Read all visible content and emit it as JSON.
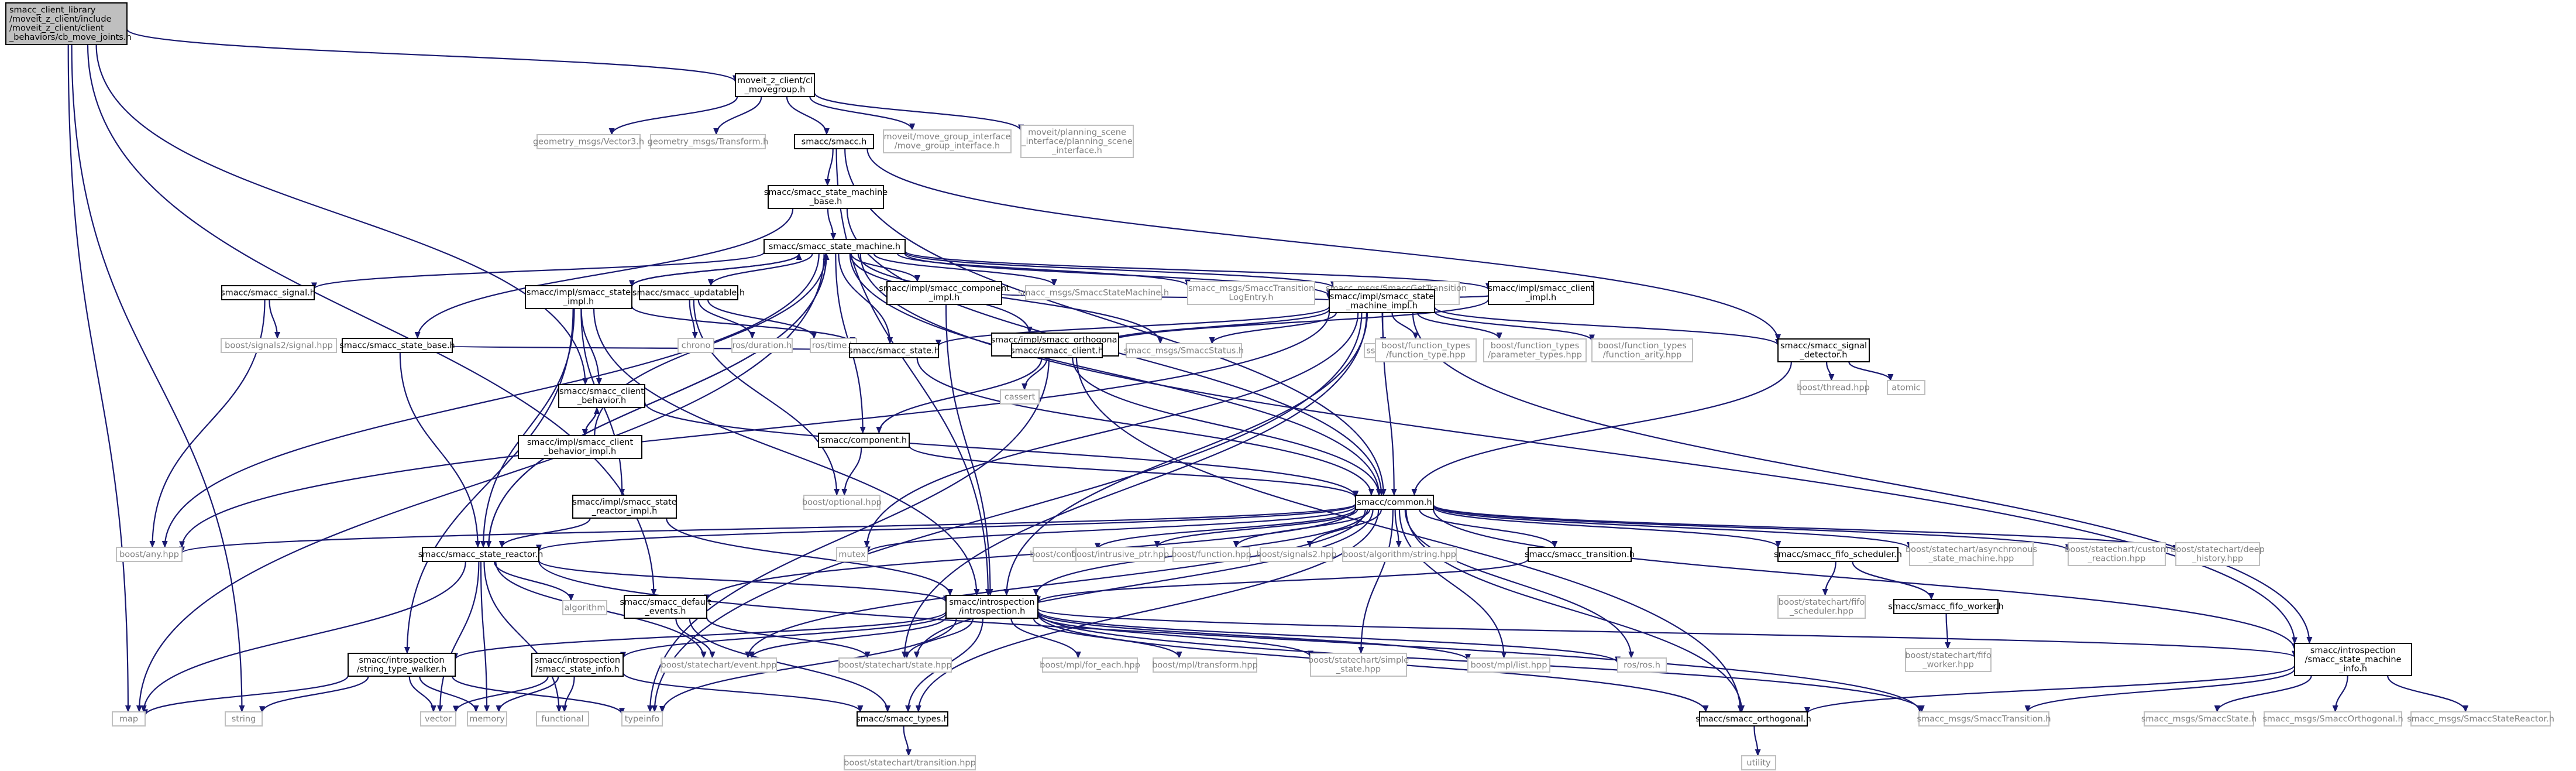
{
  "colors": {
    "edge": "#191970",
    "node_border_black": "#000000",
    "node_border_grey": "#bfbfbf",
    "node_text_black": "#000000",
    "node_text_grey": "#808080",
    "root_fill": "#bfbfbf",
    "node_fill": "#ffffff"
  },
  "nodes": [
    {
      "id": "root",
      "lines": [
        "smacc_client_library",
        "/moveit_z_client/include",
        "/moveit_z_client/client",
        "_behaviors/cb_move_joints.h"
      ],
      "kind": "root"
    },
    {
      "id": "movegroup",
      "lines": [
        "moveit_z_client/cl",
        "_movegroup.h"
      ],
      "kind": "doc"
    },
    {
      "id": "vector3",
      "lines": [
        "geometry_msgs/Vector3.h"
      ],
      "kind": "ext"
    },
    {
      "id": "transform",
      "lines": [
        "geometry_msgs/Transform.h"
      ],
      "kind": "ext"
    },
    {
      "id": "smacc_h",
      "lines": [
        "smacc/smacc.h"
      ],
      "kind": "doc"
    },
    {
      "id": "mgi",
      "lines": [
        "moveit/move_group_interface",
        "/move_group_interface.h"
      ],
      "kind": "ext"
    },
    {
      "id": "psi",
      "lines": [
        "moveit/planning_scene",
        "_interface/planning_scene",
        "_interface.h"
      ],
      "kind": "ext"
    },
    {
      "id": "sm_base",
      "lines": [
        "smacc/smacc_state_machine",
        "_base.h"
      ],
      "kind": "doc"
    },
    {
      "id": "sm",
      "lines": [
        "smacc/smacc_state_machine.h"
      ],
      "kind": "doc"
    },
    {
      "id": "signal",
      "lines": [
        "smacc/smacc_signal.h"
      ],
      "kind": "doc"
    },
    {
      "id": "updatable",
      "lines": [
        "smacc/smacc_updatable.h"
      ],
      "kind": "doc"
    },
    {
      "id": "comp_impl",
      "lines": [
        "smacc/impl/smacc_component",
        "_impl.h"
      ],
      "kind": "doc"
    },
    {
      "id": "msg_ssm",
      "lines": [
        "smacc_msgs/SmaccStateMachine.h"
      ],
      "kind": "ext"
    },
    {
      "id": "msg_tle",
      "lines": [
        "smacc_msgs/SmaccTransition",
        "LogEntry.h"
      ],
      "kind": "ext"
    },
    {
      "id": "msg_gth",
      "lines": [
        "smacc_msgs/SmaccGetTransition",
        "History.h"
      ],
      "kind": "ext"
    },
    {
      "id": "client_impl",
      "lines": [
        "smacc/impl/smacc_client",
        "_impl.h"
      ],
      "kind": "doc"
    },
    {
      "id": "signals2_signal",
      "lines": [
        "boost/signals2/signal.hpp"
      ],
      "kind": "ext"
    },
    {
      "id": "state_base",
      "lines": [
        "smacc/smacc_state_base.h"
      ],
      "kind": "doc"
    },
    {
      "id": "state_impl",
      "lines": [
        "smacc/impl/smacc_state",
        "_impl.h"
      ],
      "kind": "doc"
    },
    {
      "id": "chrono",
      "lines": [
        "chrono"
      ],
      "kind": "ext"
    },
    {
      "id": "ros_duration",
      "lines": [
        "ros/duration.h"
      ],
      "kind": "ext"
    },
    {
      "id": "ros_time",
      "lines": [
        "ros/time.h"
      ],
      "kind": "ext"
    },
    {
      "id": "orth_impl",
      "lines": [
        "smacc/impl/smacc_orthogonal",
        "_impl.h"
      ],
      "kind": "doc"
    },
    {
      "id": "sm_impl",
      "lines": [
        "smacc/impl/smacc_state",
        "_machine_impl.h"
      ],
      "kind": "doc"
    },
    {
      "id": "client_behavior",
      "lines": [
        "smacc/smacc_client",
        "_behavior.h"
      ],
      "kind": "doc"
    },
    {
      "id": "smacc_state",
      "lines": [
        "smacc/smacc_state.h"
      ],
      "kind": "doc"
    },
    {
      "id": "cassert",
      "lines": [
        "cassert"
      ],
      "kind": "ext"
    },
    {
      "id": "smacc_client",
      "lines": [
        "smacc/smacc_client.h"
      ],
      "kind": "doc"
    },
    {
      "id": "msg_status",
      "lines": [
        "smacc_msgs/SmaccStatus.h"
      ],
      "kind": "ext"
    },
    {
      "id": "sstream",
      "lines": [
        "sstream"
      ],
      "kind": "ext"
    },
    {
      "id": "bft_function",
      "lines": [
        "boost/function_types",
        "/function_type.hpp"
      ],
      "kind": "ext"
    },
    {
      "id": "bft_param",
      "lines": [
        "boost/function_types",
        "/parameter_types.hpp"
      ],
      "kind": "ext"
    },
    {
      "id": "bft_arity",
      "lines": [
        "boost/function_types",
        "/function_arity.hpp"
      ],
      "kind": "ext"
    },
    {
      "id": "signal_detector",
      "lines": [
        "smacc/smacc_signal",
        "_detector.h"
      ],
      "kind": "doc"
    },
    {
      "id": "cb_impl",
      "lines": [
        "smacc/impl/smacc_client",
        "_behavior_impl.h"
      ],
      "kind": "doc"
    },
    {
      "id": "component",
      "lines": [
        "smacc/component.h"
      ],
      "kind": "doc"
    },
    {
      "id": "boost_thread",
      "lines": [
        "boost/thread.hpp"
      ],
      "kind": "ext"
    },
    {
      "id": "atomic",
      "lines": [
        "atomic"
      ],
      "kind": "ext"
    },
    {
      "id": "reactor_impl",
      "lines": [
        "smacc/impl/smacc_state",
        "_reactor_impl.h"
      ],
      "kind": "doc"
    },
    {
      "id": "boost_optional",
      "lines": [
        "boost/optional.hpp"
      ],
      "kind": "ext"
    },
    {
      "id": "common",
      "lines": [
        "smacc/common.h"
      ],
      "kind": "doc"
    },
    {
      "id": "boost_any",
      "lines": [
        "boost/any.hpp"
      ],
      "kind": "ext"
    },
    {
      "id": "state_reactor",
      "lines": [
        "smacc/smacc_state_reactor.h"
      ],
      "kind": "doc"
    },
    {
      "id": "mutex",
      "lines": [
        "mutex"
      ],
      "kind": "ext"
    },
    {
      "id": "boost_config",
      "lines": [
        "boost/config.hpp"
      ],
      "kind": "ext"
    },
    {
      "id": "boost_intrusive",
      "lines": [
        "boost/intrusive_ptr.hpp"
      ],
      "kind": "ext"
    },
    {
      "id": "boost_function",
      "lines": [
        "boost/function.hpp"
      ],
      "kind": "ext"
    },
    {
      "id": "boost_signals2",
      "lines": [
        "boost/signals2.hpp"
      ],
      "kind": "ext"
    },
    {
      "id": "boost_algo",
      "lines": [
        "boost/algorithm/string.hpp"
      ],
      "kind": "ext"
    },
    {
      "id": "smacc_transition",
      "lines": [
        "smacc/smacc_transition.h"
      ],
      "kind": "doc"
    },
    {
      "id": "fifo_scheduler",
      "lines": [
        "smacc/smacc_fifo_scheduler.h"
      ],
      "kind": "doc"
    },
    {
      "id": "async_sm",
      "lines": [
        "boost/statechart/asynchronous",
        "_state_machine.hpp"
      ],
      "kind": "ext"
    },
    {
      "id": "custom_reaction",
      "lines": [
        "boost/statechart/custom",
        "_reaction.hpp"
      ],
      "kind": "ext"
    },
    {
      "id": "deep_history",
      "lines": [
        "boost/statechart/deep",
        "_history.hpp"
      ],
      "kind": "ext"
    },
    {
      "id": "algorithm",
      "lines": [
        "algorithm"
      ],
      "kind": "ext"
    },
    {
      "id": "default_events",
      "lines": [
        "smacc/smacc_default",
        "_events.h"
      ],
      "kind": "doc"
    },
    {
      "id": "introspection",
      "lines": [
        "smacc/introspection",
        "/introspection.h"
      ],
      "kind": "doc"
    },
    {
      "id": "fifo_sched_hpp",
      "lines": [
        "boost/statechart/fifo",
        "_scheduler.hpp"
      ],
      "kind": "ext"
    },
    {
      "id": "fifo_worker",
      "lines": [
        "smacc/smacc_fifo_worker.h"
      ],
      "kind": "doc"
    },
    {
      "id": "fifo_worker_hpp",
      "lines": [
        "boost/statechart/fifo",
        "_worker.hpp"
      ],
      "kind": "ext"
    },
    {
      "id": "stw",
      "lines": [
        "smacc/introspection",
        "/string_type_walker.h"
      ],
      "kind": "doc"
    },
    {
      "id": "ssi",
      "lines": [
        "smacc/introspection",
        "/smacc_state_info.h"
      ],
      "kind": "doc"
    },
    {
      "id": "event_hpp",
      "lines": [
        "boost/statechart/event.hpp"
      ],
      "kind": "ext"
    },
    {
      "id": "state_hpp",
      "lines": [
        "boost/statechart/state.hpp"
      ],
      "kind": "ext"
    },
    {
      "id": "mpl_foreach",
      "lines": [
        "boost/mpl/for_each.hpp"
      ],
      "kind": "ext"
    },
    {
      "id": "mpl_transform",
      "lines": [
        "boost/mpl/transform.hpp"
      ],
      "kind": "ext"
    },
    {
      "id": "simple_state",
      "lines": [
        "boost/statechart/simple",
        "_state.hpp"
      ],
      "kind": "ext"
    },
    {
      "id": "mpl_list",
      "lines": [
        "boost/mpl/list.hpp"
      ],
      "kind": "ext"
    },
    {
      "id": "rosros",
      "lines": [
        "ros/ros.h"
      ],
      "kind": "ext"
    },
    {
      "id": "smi",
      "lines": [
        "smacc/introspection",
        "/smacc_state_machine",
        "_info.h"
      ],
      "kind": "doc"
    },
    {
      "id": "map",
      "lines": [
        "map"
      ],
      "kind": "ext"
    },
    {
      "id": "string",
      "lines": [
        "string"
      ],
      "kind": "ext"
    },
    {
      "id": "vector",
      "lines": [
        "vector"
      ],
      "kind": "ext"
    },
    {
      "id": "memory",
      "lines": [
        "memory"
      ],
      "kind": "ext"
    },
    {
      "id": "functional",
      "lines": [
        "functional"
      ],
      "kind": "ext"
    },
    {
      "id": "typeinfo",
      "lines": [
        "typeinfo"
      ],
      "kind": "ext"
    },
    {
      "id": "smacc_types",
      "lines": [
        "smacc/smacc_types.h"
      ],
      "kind": "doc"
    },
    {
      "id": "orthogonal",
      "lines": [
        "smacc/smacc_orthogonal.h"
      ],
      "kind": "doc"
    },
    {
      "id": "msg_transition",
      "lines": [
        "smacc_msgs/SmaccTransition.h"
      ],
      "kind": "ext"
    },
    {
      "id": "msg_state",
      "lines": [
        "smacc_msgs/SmaccState.h"
      ],
      "kind": "ext"
    },
    {
      "id": "msg_orthogonal",
      "lines": [
        "smacc_msgs/SmaccOrthogonal.h"
      ],
      "kind": "ext"
    },
    {
      "id": "msg_reactor",
      "lines": [
        "smacc_msgs/SmaccStateReactor.h"
      ],
      "kind": "ext"
    },
    {
      "id": "transition_hpp",
      "lines": [
        "boost/statechart/transition.hpp"
      ],
      "kind": "ext"
    },
    {
      "id": "utility",
      "lines": [
        "utility"
      ],
      "kind": "ext"
    }
  ],
  "edges": [
    [
      "root",
      "movegroup"
    ],
    [
      "root",
      "client_behavior"
    ],
    [
      "root",
      "map"
    ],
    [
      "root",
      "string"
    ],
    [
      "root",
      "default_events"
    ],
    [
      "movegroup",
      "vector3"
    ],
    [
      "movegroup",
      "transform"
    ],
    [
      "movegroup",
      "smacc_h"
    ],
    [
      "movegroup",
      "mgi"
    ],
    [
      "movegroup",
      "psi"
    ],
    [
      "smacc_h",
      "sm_base"
    ],
    [
      "smacc_h",
      "signal_detector"
    ],
    [
      "smacc_h",
      "common"
    ],
    [
      "smacc_h",
      "introspection"
    ],
    [
      "sm_base",
      "sm"
    ],
    [
      "sm_base",
      "state_base"
    ],
    [
      "sm_base",
      "common"
    ],
    [
      "sm",
      "signal"
    ],
    [
      "sm",
      "updatable"
    ],
    [
      "sm",
      "comp_impl"
    ],
    [
      "sm",
      "msg_ssm"
    ],
    [
      "sm",
      "msg_tle"
    ],
    [
      "sm",
      "msg_gth"
    ],
    [
      "sm",
      "client_impl"
    ],
    [
      "sm",
      "state_impl"
    ],
    [
      "sm",
      "sm_impl"
    ],
    [
      "sm",
      "orth_impl"
    ],
    [
      "sm",
      "state_reactor"
    ],
    [
      "sm",
      "smacc_state"
    ],
    [
      "sm",
      "msg_status"
    ],
    [
      "sm",
      "common"
    ],
    [
      "sm",
      "smi"
    ],
    [
      "sm",
      "map"
    ],
    [
      "sm",
      "boost_any"
    ],
    [
      "sm",
      "component"
    ],
    [
      "signal",
      "signals2_signal"
    ],
    [
      "signal",
      "boost_any"
    ],
    [
      "updatable",
      "chrono"
    ],
    [
      "updatable",
      "ros_duration"
    ],
    [
      "updatable",
      "ros_time"
    ],
    [
      "updatable",
      "boost_optional"
    ],
    [
      "comp_impl",
      "sm_impl"
    ],
    [
      "comp_impl",
      "introspection"
    ],
    [
      "client_impl",
      "sm_impl"
    ],
    [
      "client_impl",
      "smacc_client"
    ],
    [
      "state_base",
      "smacc_state"
    ],
    [
      "state_base",
      "state_reactor"
    ],
    [
      "state_impl",
      "client_behavior"
    ],
    [
      "state_impl",
      "smacc_state"
    ],
    [
      "state_impl",
      "state_reactor"
    ],
    [
      "state_impl",
      "reactor_impl"
    ],
    [
      "state_impl",
      "stw"
    ],
    [
      "state_impl",
      "introspection"
    ],
    [
      "state_impl",
      "sm"
    ],
    [
      "orth_impl",
      "cassert"
    ],
    [
      "orth_impl",
      "smacc_client"
    ],
    [
      "orth_impl",
      "orthogonal"
    ],
    [
      "sm_impl",
      "smacc_state"
    ],
    [
      "sm_impl",
      "smacc_client"
    ],
    [
      "sm_impl",
      "msg_status"
    ],
    [
      "sm_impl",
      "sstream"
    ],
    [
      "sm_impl",
      "bft_function"
    ],
    [
      "sm_impl",
      "bft_param"
    ],
    [
      "sm_impl",
      "bft_arity"
    ],
    [
      "sm_impl",
      "signal_detector"
    ],
    [
      "sm_impl",
      "common"
    ],
    [
      "sm_impl",
      "typeinfo"
    ],
    [
      "sm_impl",
      "introspection"
    ],
    [
      "sm_impl",
      "mutex"
    ],
    [
      "sm_impl",
      "boost_any"
    ],
    [
      "sm_impl",
      "state_hpp"
    ],
    [
      "sm_impl",
      "smi"
    ],
    [
      "client_behavior",
      "cb_impl"
    ],
    [
      "client_behavior",
      "common"
    ],
    [
      "cb_impl",
      "client_behavior"
    ],
    [
      "cb_impl",
      "sm"
    ],
    [
      "smacc_state",
      "common"
    ],
    [
      "smacc_client",
      "component"
    ],
    [
      "smacc_client",
      "common"
    ],
    [
      "smacc_client",
      "typeinfo"
    ],
    [
      "signal_detector",
      "boost_thread"
    ],
    [
      "signal_detector",
      "atomic"
    ],
    [
      "signal_detector",
      "common"
    ],
    [
      "component",
      "boost_optional"
    ],
    [
      "component",
      "common"
    ],
    [
      "reactor_impl",
      "state_reactor"
    ],
    [
      "reactor_impl",
      "introspection"
    ],
    [
      "common",
      "boost_any"
    ],
    [
      "common",
      "mutex"
    ],
    [
      "common",
      "boost_config"
    ],
    [
      "common",
      "boost_intrusive"
    ],
    [
      "common",
      "boost_function"
    ],
    [
      "common",
      "boost_signals2"
    ],
    [
      "common",
      "boost_algo"
    ],
    [
      "common",
      "smacc_transition"
    ],
    [
      "common",
      "fifo_scheduler"
    ],
    [
      "common",
      "async_sm"
    ],
    [
      "common",
      "custom_reaction"
    ],
    [
      "common",
      "deep_history"
    ],
    [
      "common",
      "introspection"
    ],
    [
      "common",
      "default_events"
    ],
    [
      "common",
      "smacc_types"
    ],
    [
      "common",
      "orthogonal"
    ],
    [
      "common",
      "rosros"
    ],
    [
      "common",
      "mpl_list"
    ],
    [
      "common",
      "simple_state"
    ],
    [
      "common",
      "event_hpp"
    ],
    [
      "common",
      "state_hpp"
    ],
    [
      "common",
      "smi"
    ],
    [
      "common",
      "state_reactor"
    ],
    [
      "state_reactor",
      "algorithm"
    ],
    [
      "state_reactor",
      "map"
    ],
    [
      "state_reactor",
      "vector"
    ],
    [
      "state_reactor",
      "memory"
    ],
    [
      "state_reactor",
      "functional"
    ],
    [
      "state_reactor",
      "event_hpp"
    ],
    [
      "state_reactor",
      "introspection"
    ],
    [
      "state_reactor",
      "sm"
    ],
    [
      "state_reactor",
      "msg_transition"
    ],
    [
      "smacc_transition",
      "introspection"
    ],
    [
      "fifo_scheduler",
      "fifo_sched_hpp"
    ],
    [
      "fifo_scheduler",
      "fifo_worker"
    ],
    [
      "fifo_worker",
      "fifo_worker_hpp"
    ],
    [
      "default_events",
      "event_hpp"
    ],
    [
      "default_events",
      "state_hpp"
    ],
    [
      "default_events",
      "smacc_types"
    ],
    [
      "introspection",
      "stw"
    ],
    [
      "introspection",
      "ssi"
    ],
    [
      "introspection",
      "event_hpp"
    ],
    [
      "introspection",
      "state_hpp"
    ],
    [
      "introspection",
      "mpl_foreach"
    ],
    [
      "introspection",
      "mpl_transform"
    ],
    [
      "introspection",
      "simple_state"
    ],
    [
      "introspection",
      "mpl_list"
    ],
    [
      "introspection",
      "rosros"
    ],
    [
      "introspection",
      "smi"
    ],
    [
      "introspection",
      "typeinfo"
    ],
    [
      "introspection",
      "smacc_types"
    ],
    [
      "introspection",
      "msg_transition"
    ],
    [
      "introspection",
      "orthogonal"
    ],
    [
      "stw",
      "map"
    ],
    [
      "stw",
      "string"
    ],
    [
      "stw",
      "vector"
    ],
    [
      "stw",
      "memory"
    ],
    [
      "stw",
      "typeinfo"
    ],
    [
      "ssi",
      "memory"
    ],
    [
      "ssi",
      "functional"
    ],
    [
      "ssi",
      "vector"
    ],
    [
      "ssi",
      "smacc_types"
    ],
    [
      "smi",
      "orthogonal"
    ],
    [
      "smi",
      "msg_transition"
    ],
    [
      "smi",
      "msg_state"
    ],
    [
      "smi",
      "msg_orthogonal"
    ],
    [
      "smi",
      "msg_reactor"
    ],
    [
      "smacc_types",
      "transition_hpp"
    ],
    [
      "orthogonal",
      "utility"
    ]
  ]
}
